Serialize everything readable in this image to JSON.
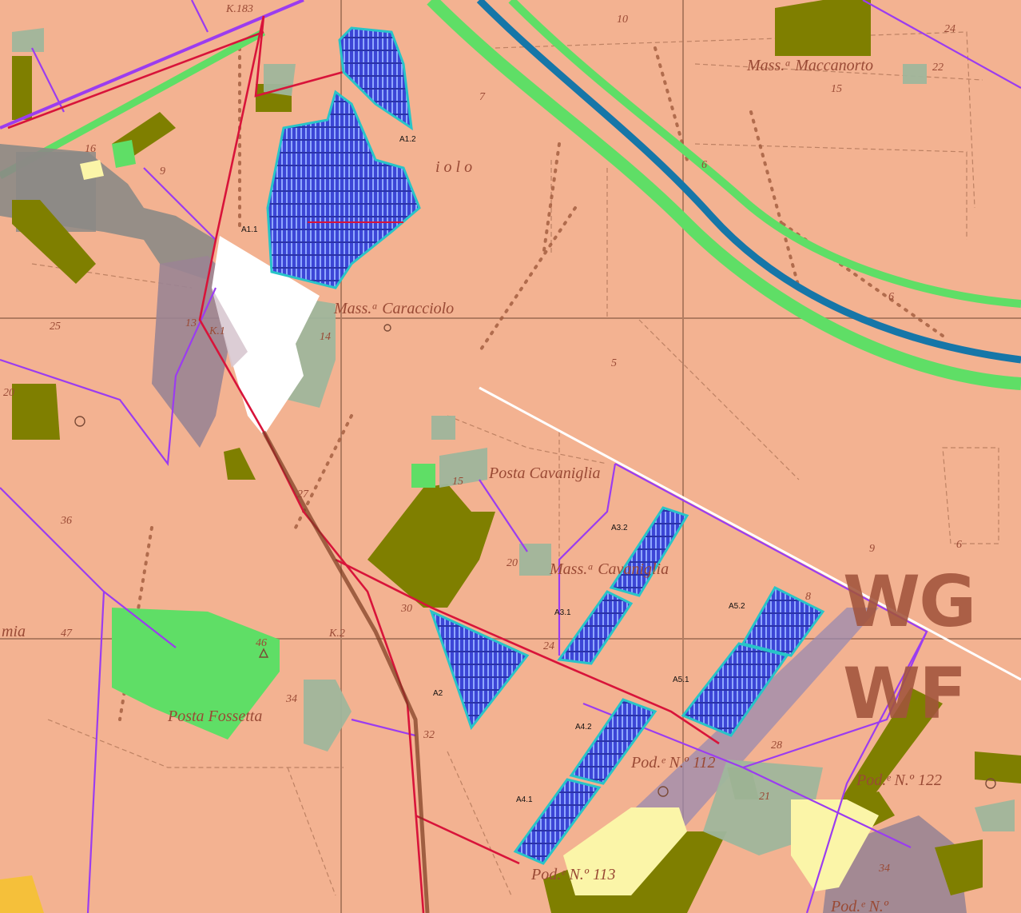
{
  "colors": {
    "base": "#f3b291",
    "grid": "#9c6a52",
    "purple_line": "#9b3cf0",
    "red_line": "#d8143a",
    "river": "#1676a8",
    "green_band": "#5fde66",
    "olive": "#7f7f00",
    "gray_green": "#9fb69c",
    "gray": "#8c8a86",
    "mauve": "#9a8494",
    "panel": "#4048d8",
    "panel_outline": "#28c4c8",
    "yellow": "#fbf5a8"
  },
  "places": {
    "mass_caracciolo": "Mass.ᵃ Caracciolo",
    "posta_cavaniglia": "Posta Cavaniglia",
    "mass_cavaniglia": "Mass.ᵃ Cavaniglia",
    "mass_maccanorto": "Mass.ᵃ Maccanorto",
    "posta_fossetta": "Posta Fossetta",
    "pod_112": "Pod.ᵉ N.º 112",
    "pod_113": "Pod.ᵉ N.º 113",
    "pod_122": "Pod.ᵉ N.º 122",
    "pod_bottom": "Pod.ᵉ N.º",
    "iolo": "i o l o",
    "mia": "mia"
  },
  "fields": {
    "a1_1": "A1.1",
    "a1_2": "A1.2",
    "a2": "A2",
    "a3_1": "A3.1",
    "a3_2": "A3.2",
    "a4_1": "A4.1",
    "a4_2": "A4.2",
    "a5_1": "A5.1",
    "a5_2": "A5.2"
  },
  "markers": {
    "k183": "K.183",
    "k1": "K.1",
    "k2": "K.2"
  },
  "elevations": {
    "e10": "10",
    "e24": "24",
    "e22": "22",
    "e15": "15",
    "e7": "7",
    "e6a": "6",
    "e6b": "6",
    "e6c": "6",
    "e5": "5",
    "e16": "16",
    "e9": "9",
    "e13": "13",
    "e14": "14",
    "e25": "25",
    "e20": "20",
    "e15b": "15",
    "e27": "27",
    "e36": "36",
    "e20b": "20",
    "e30": "30",
    "e24b": "24",
    "e8": "8",
    "e47": "47",
    "e46": "46",
    "e34": "34",
    "e32": "32",
    "e28": "28",
    "e21": "21",
    "e34b": "34",
    "e9b": "9"
  },
  "grid_codes": {
    "wg": "WG",
    "wf": "WF"
  }
}
